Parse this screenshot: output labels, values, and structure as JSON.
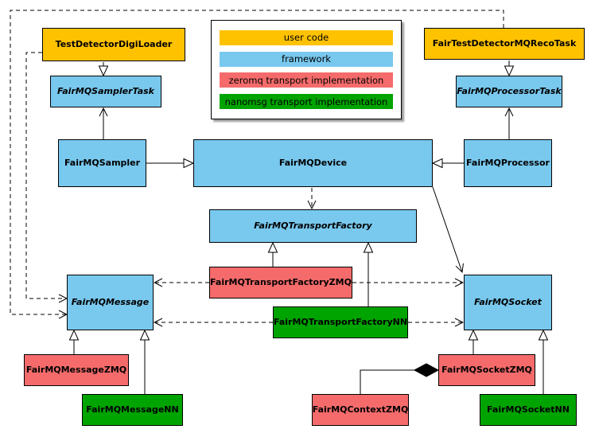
{
  "colors": {
    "user_code": "#FFC200",
    "framework": "#79C8EE",
    "zeromq": "#F56B6B",
    "nanomsg": "#00A400"
  },
  "legend": {
    "items": [
      {
        "label": "user code",
        "color": "#FFC200"
      },
      {
        "label": "framework",
        "color": "#79C8EE"
      },
      {
        "label": "zeromq transport implementation",
        "color": "#F56B6B"
      },
      {
        "label": "nanomsg transport implementation",
        "color": "#00A400"
      }
    ]
  },
  "nodes": {
    "digi_loader": {
      "label": "TestDetectorDigiLoader"
    },
    "reco_task": {
      "label": "FairTestDetectorMQRecoTask"
    },
    "sampler_task": {
      "label": "FairMQSamplerTask"
    },
    "processor_task": {
      "label": "FairMQProcessorTask"
    },
    "sampler": {
      "label": "FairMQSampler"
    },
    "device": {
      "label": "FairMQDevice"
    },
    "processor": {
      "label": "FairMQProcessor"
    },
    "transport_factory": {
      "label": "FairMQTransportFactory"
    },
    "transport_factory_zmq": {
      "label": "FairMQTransportFactoryZMQ"
    },
    "transport_factory_nn": {
      "label": "FairMQTransportFactoryNN"
    },
    "message": {
      "label": "FairMQMessage"
    },
    "socket": {
      "label": "FairMQSocket"
    },
    "message_zmq": {
      "label": "FairMQMessageZMQ"
    },
    "message_nn": {
      "label": "FairMQMessageNN"
    },
    "socket_zmq": {
      "label": "FairMQSocketZMQ"
    },
    "socket_nn": {
      "label": "FairMQSocketNN"
    },
    "context_zmq": {
      "label": "FairMQContextZMQ"
    }
  }
}
